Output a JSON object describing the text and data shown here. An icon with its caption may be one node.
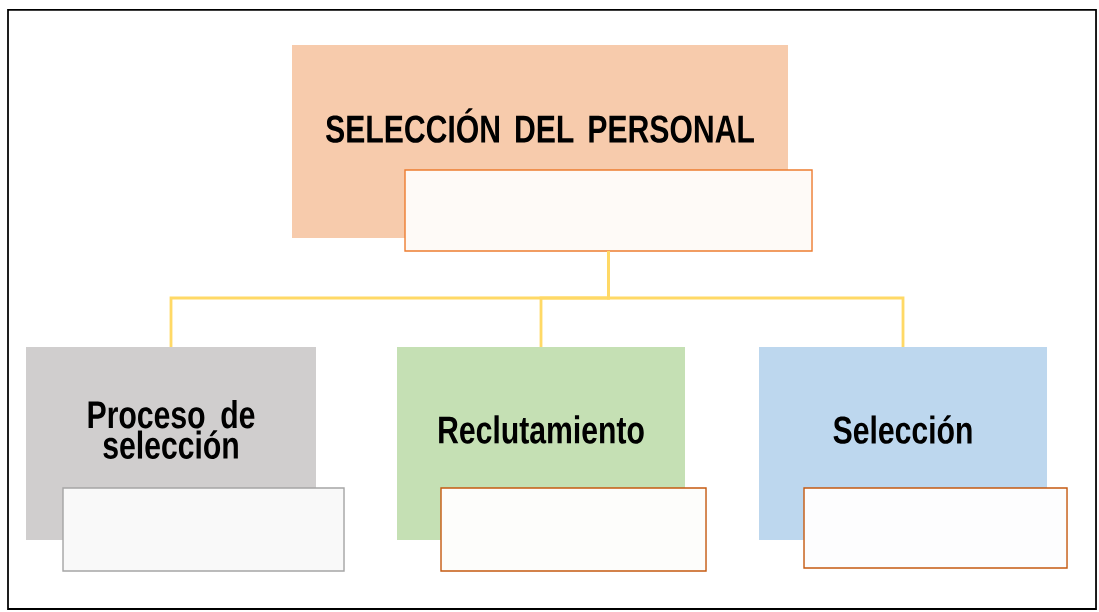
{
  "diagram": {
    "nodes": [
      {
        "text": [
          "SELECCIÓN DEL PERSONAL"
        ]
      },
      {
        "text": [],
        "shape": "box"
      },
      {
        "text": [
          "Proceso de selección"
        ]
      },
      {
        "text": [],
        "shape": "box"
      },
      {
        "text": [
          "Reclutamiento"
        ]
      },
      {
        "text": [],
        "shape": "box"
      },
      {
        "text": [
          "Selección"
        ]
      },
      {
        "text": [],
        "shape": "box"
      }
    ],
    "edges": [
      {
        "from": 1,
        "to": 2,
        "arrow": "none",
        "color": "#ffd966"
      },
      {
        "from": 1,
        "to": 4,
        "arrow": "none",
        "color": "#ffd966"
      },
      {
        "from": 1,
        "to": 6,
        "arrow": "none",
        "color": "#ffd966"
      }
    ]
  }
}
